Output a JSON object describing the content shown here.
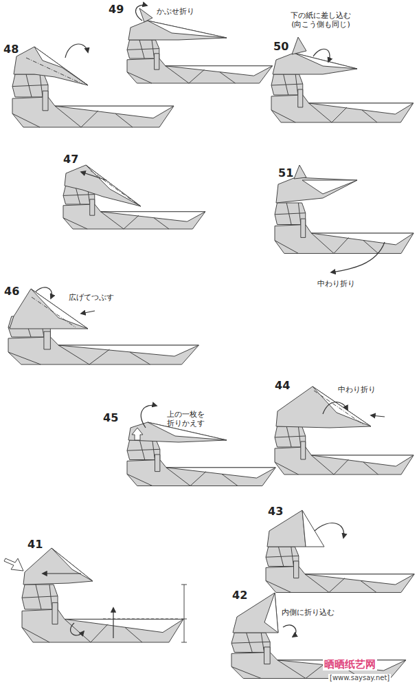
{
  "diagram": {
    "labels": [
      "48",
      "49",
      "かぶせ折り",
      "50",
      "下の紙に差し込む (向こう側も同じ)",
      "47",
      "51",
      "中わり折り",
      "46",
      "広げてつぶす",
      "45",
      "上の一枚を 折りかえす",
      "44",
      "中わり折り",
      "41",
      "43",
      "42",
      "内側に折り込む",
      "晒晒纸艺网",
      "[www.saysay.net]"
    ]
  }
}
